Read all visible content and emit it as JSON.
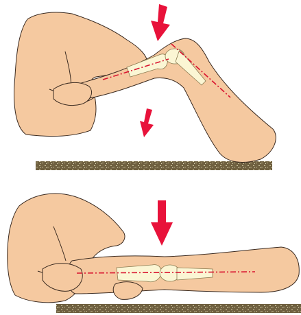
{
  "figure": {
    "panels": [
      {
        "state": "knee-flexed",
        "arrows": 2
      },
      {
        "state": "knee-extended",
        "arrows": 1
      }
    ]
  },
  "colors": {
    "skin": "#f5c9a0",
    "skin_outline": "#3a2a20",
    "bone": "#fbf6d4",
    "bone_outline": "#8a7a50",
    "arrow": "#e8123a",
    "axis_line": "#d9142f",
    "table_surface": "#6f6040"
  }
}
